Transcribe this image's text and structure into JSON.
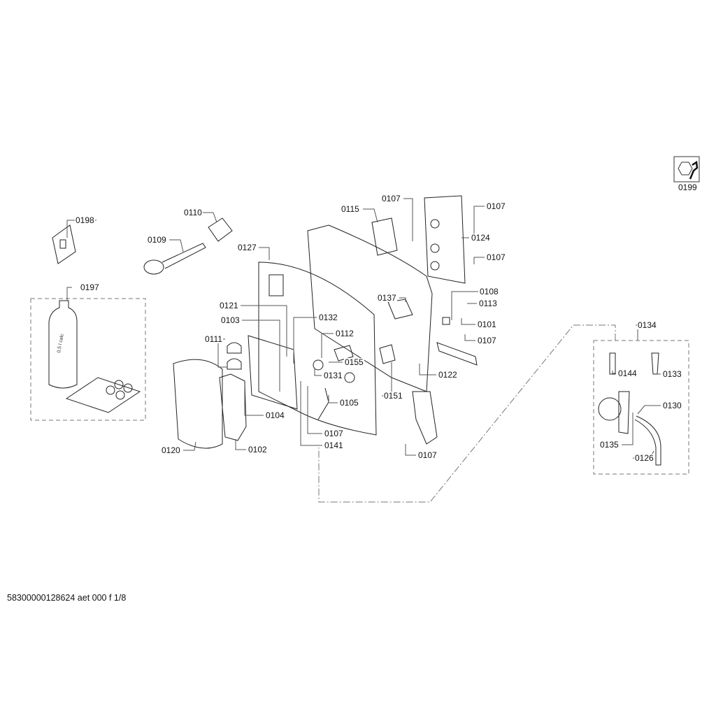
{
  "footer": "58300000128624 aet 000 f 1/8",
  "bottle_text": "0,5 l calc",
  "labels": [
    "0198",
    "0110",
    "0109",
    "0197",
    "0127",
    "0115",
    "0107",
    "0107",
    "0124",
    "0107",
    "0108",
    "0113",
    "0137",
    "0121",
    "0132",
    "0103",
    "0112",
    "0101",
    "0107",
    "0111",
    "0155",
    "0131",
    "0122",
    "0151",
    "0105",
    "0104",
    "0107",
    "0120",
    "0102",
    "0141",
    "0107",
    "0134",
    "0144",
    "0133",
    "0130",
    "0135",
    "0126",
    "0199"
  ]
}
